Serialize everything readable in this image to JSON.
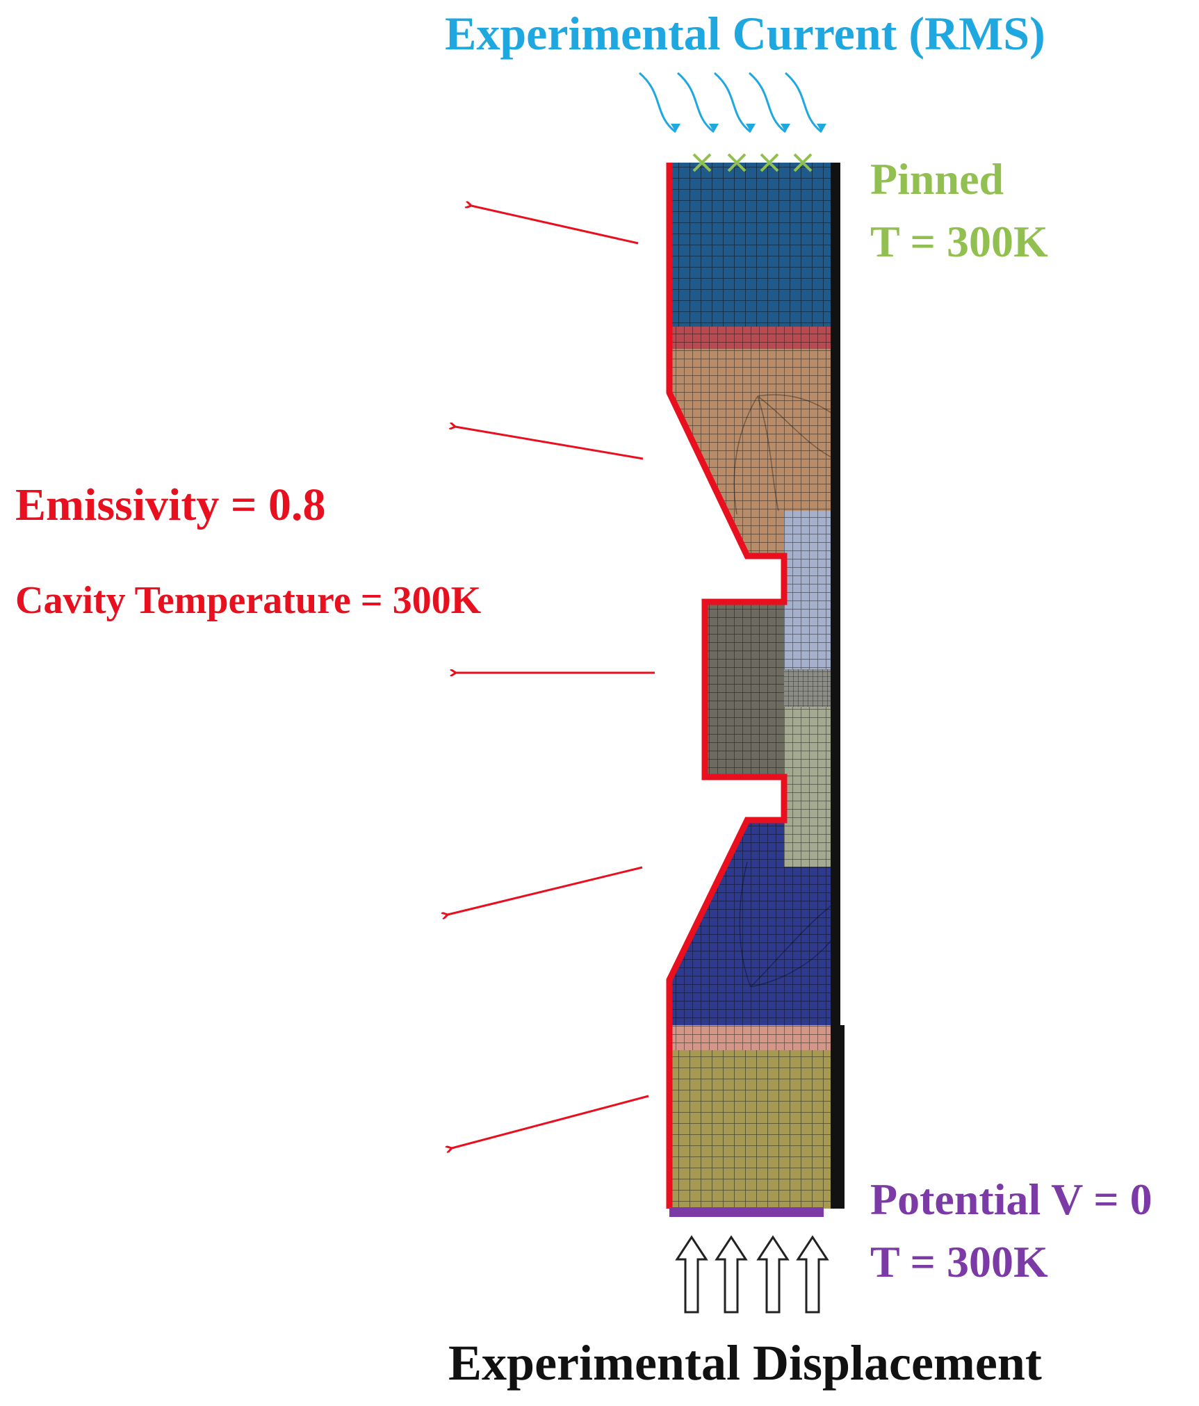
{
  "labels": {
    "current": "Experimental Current (RMS)",
    "pinned": "Pinned",
    "pinned_temperature": "T = 300K",
    "emissivity": "Emissivity = 0.8",
    "cavity_temperature": "Cavity Temperature = 300K",
    "potential": "Potential V = 0",
    "potential_temperature": "T = 300K",
    "displacement": "Experimental Displacement"
  },
  "colors": {
    "current": "#1fa8e0",
    "pinned": "#92c050",
    "radiation": "#e8101e",
    "potential": "#7b3aa6",
    "displacement": "#111111",
    "upper_electrode": "#1f5a8a",
    "upper_interface": "#b84a52",
    "upper_spacer": "#b88c68",
    "light_insert": "#a4b0cc",
    "core_block": "#6d6b60",
    "center_band": "#8c8c86",
    "lower_insert": "#a3aa90",
    "lower_spacer": "#2e3a8e",
    "lower_interface": "#d49686",
    "lower_electrode": "#a69a52"
  }
}
